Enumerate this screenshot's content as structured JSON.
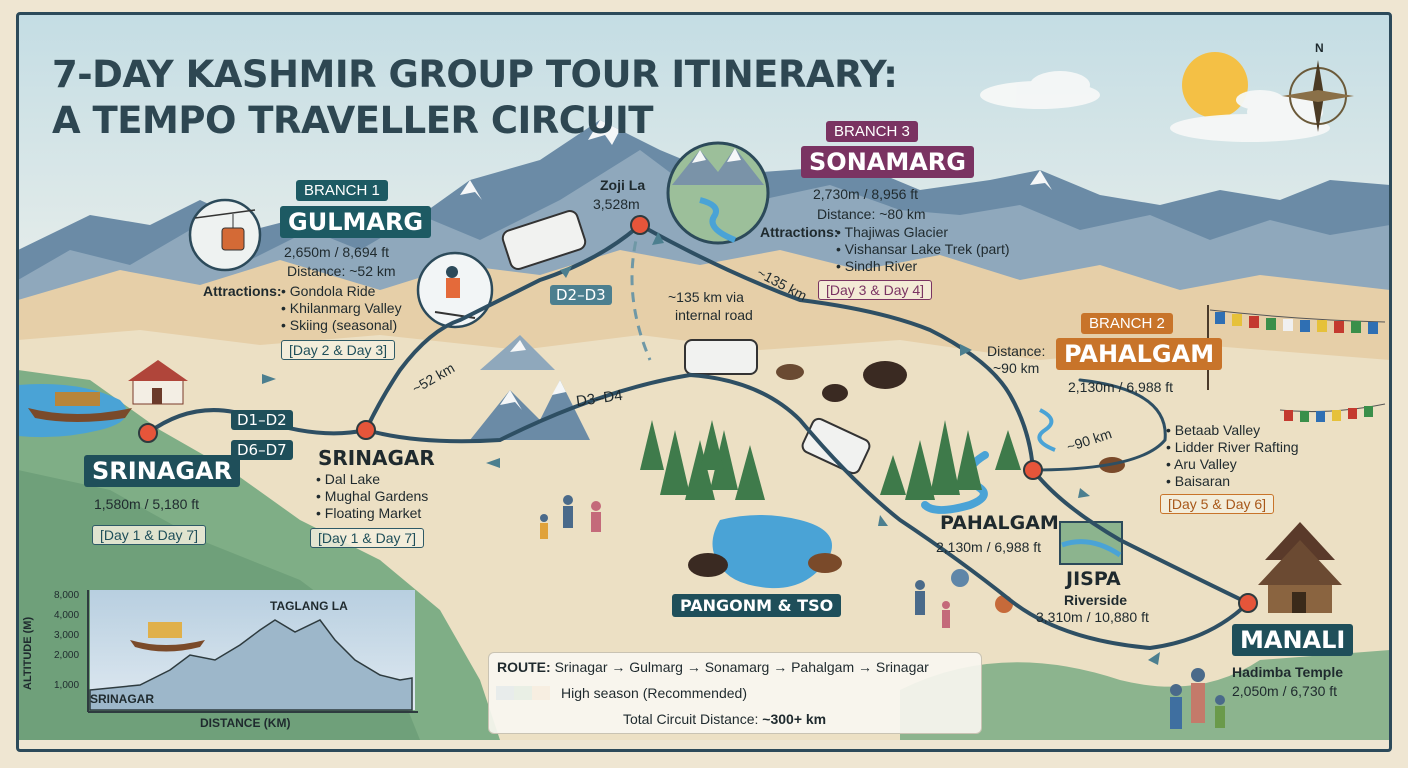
{
  "title": {
    "line1": "7-DAY KASHMIR GROUP TOUR ITINERARY:",
    "line2": "A TEMPO TRAVELLER CIRCUIT"
  },
  "compass": {
    "north": "N"
  },
  "colors": {
    "teal": "#1f4f5a",
    "gulmarg": "#1d5a63",
    "sonamarg": "#7a3362",
    "pahalgam": "#c8742a",
    "route": "#2e4f63",
    "water": "#4aa3d6"
  },
  "srinagar_start": {
    "name": "SRINAGAR",
    "elevation": "1,580m / 5,180 ft",
    "days": "[Day 1 & Day 7]"
  },
  "srinagar_hub": {
    "name": "SRINAGAR",
    "attractions": [
      "Dal Lake",
      "Mughal Gardens",
      "Floating Market"
    ],
    "days": "[Day 1 & Day 7]"
  },
  "gulmarg": {
    "branch": "BRANCH 1",
    "name": "GULMARG",
    "elevation": "2,650m / 8,694 ft",
    "distance": "Distance: ~52 km",
    "attractions_label": "Attractions:",
    "attractions": [
      "Gondola Ride",
      "Khilanmarg Valley",
      "Skiing (seasonal)"
    ],
    "days": "[Day 2 & Day 3]"
  },
  "sonamarg": {
    "branch": "BRANCH 3",
    "name": "SONAMARG",
    "elevation": "2,730m / 8,956 ft",
    "distance": "Distance: ~80 km",
    "attractions_label": "Attractions:",
    "attractions": [
      "Thajiwas Glacier",
      "Vishansar Lake Trek (part)",
      "Sindh River"
    ],
    "days": "[Day 3 & Day 4]"
  },
  "pahalgam_branch": {
    "branch": "BRANCH 2",
    "name": "PAHALGAM",
    "elevation": "2,130m / 6,988 ft",
    "distance_label": "Distance:",
    "distance_value": "~90 km",
    "attractions": [
      "Betaab Valley",
      "Lidder River Rafting",
      "Aru Valley",
      "Baisaran"
    ],
    "days": "[Day 5 & Day 6]"
  },
  "pahalgam_label": {
    "name": "PAHALGAM",
    "elevation": "2,130m / 6,988 ft"
  },
  "zoji_la": {
    "name": "Zoji La",
    "elevation": "3,528m"
  },
  "jispa": {
    "name": "JISPA",
    "sub": "Riverside",
    "elevation": "3,310m / 10,880 ft"
  },
  "manali": {
    "name": "MANALI",
    "sub": "Hadimba Temple",
    "elevation": "2,050m / 6,730 ft"
  },
  "pangong": {
    "name": "PANGONM & TSO"
  },
  "route_labels": {
    "d1_d2": "D1–D2",
    "d6_d7": "D6–D7",
    "d2_d3": "D2–D3",
    "d3_d4": "D3–D4",
    "km52": "~52 km",
    "km135_road": "~135 km via",
    "km135_road2": "internal road",
    "km135": "~135 km",
    "km90": "~90 km"
  },
  "altitude_chart": {
    "ylabel": "ALTITUDE (M)",
    "yticks": [
      "8,000",
      "4,000",
      "3,000",
      "2,000",
      "1,000"
    ],
    "xlabel": "DISTANCE (KM)",
    "start_label": "SRINAGAR",
    "peak_label": "TAGLANG LA"
  },
  "legend": {
    "route_label": "ROUTE:",
    "route": "Srinagar → Gulmarg → Sonamarg → Pahalgam → Srinagar",
    "season": "High season (Recommended)",
    "total_label": "Total Circuit Distance:",
    "total_value": "~300+ km"
  }
}
